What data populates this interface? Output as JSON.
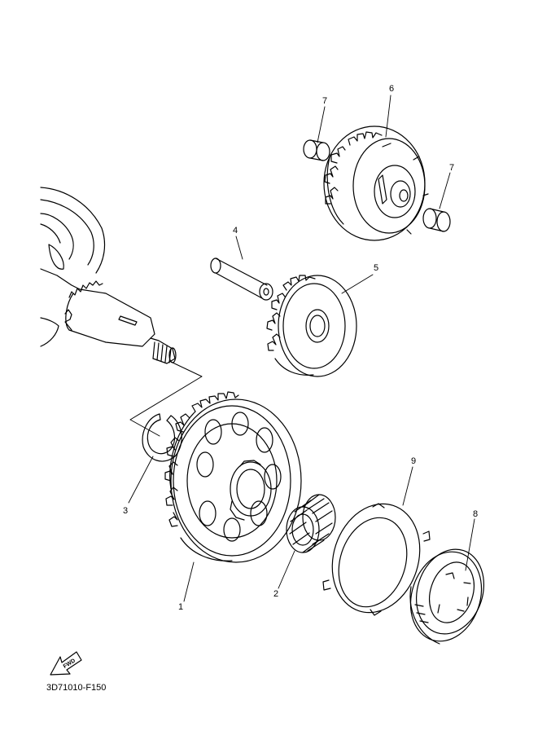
{
  "diagram": {
    "code": "3D71010-F150",
    "fwd_label": "FWD",
    "callouts": [
      {
        "id": "1",
        "label": "1"
      },
      {
        "id": "2",
        "label": "2"
      },
      {
        "id": "3",
        "label": "3"
      },
      {
        "id": "4",
        "label": "4"
      },
      {
        "id": "5",
        "label": "5"
      },
      {
        "id": "6",
        "label": "6"
      },
      {
        "id": "7a",
        "label": "7"
      },
      {
        "id": "7b",
        "label": "7"
      },
      {
        "id": "8",
        "label": "8"
      },
      {
        "id": "9",
        "label": "9"
      }
    ]
  }
}
